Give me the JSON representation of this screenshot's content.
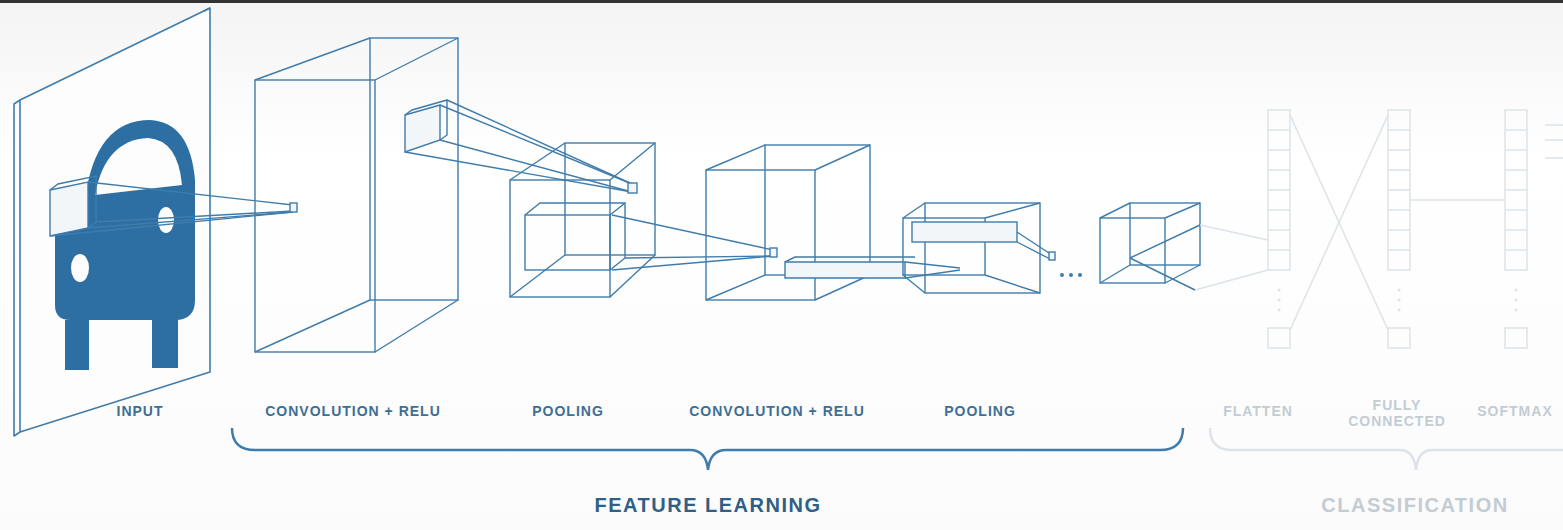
{
  "diagram": {
    "labels": [
      "INPUT",
      "CONVOLUTION + RELU",
      "POOLING",
      "CONVOLUTION + RELU",
      "POOLING",
      "FEATURE LEARNING",
      "FLATTEN",
      "FULLY CONNECTED",
      "SOFTMAX",
      "CLASSIFICATION"
    ]
  }
}
